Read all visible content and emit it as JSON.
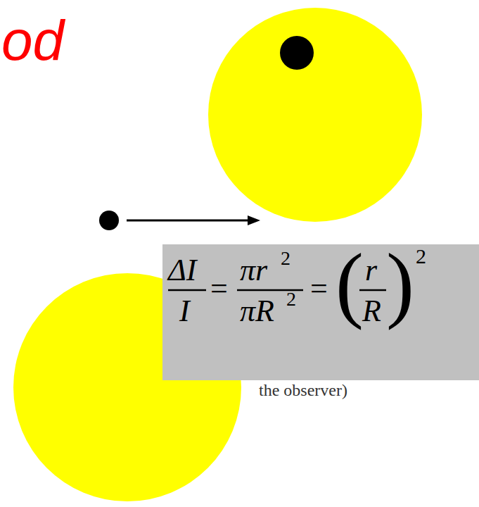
{
  "diagram": {
    "nodes": [
      {
        "text": [
          "ΔI",
          "I",
          "=",
          "πr",
          "2",
          "πR",
          "2",
          "=",
          "(",
          "r",
          "R",
          ")",
          "2"
        ]
      }
    ],
    "labels": [
      "od",
      "the observer)"
    ]
  }
}
